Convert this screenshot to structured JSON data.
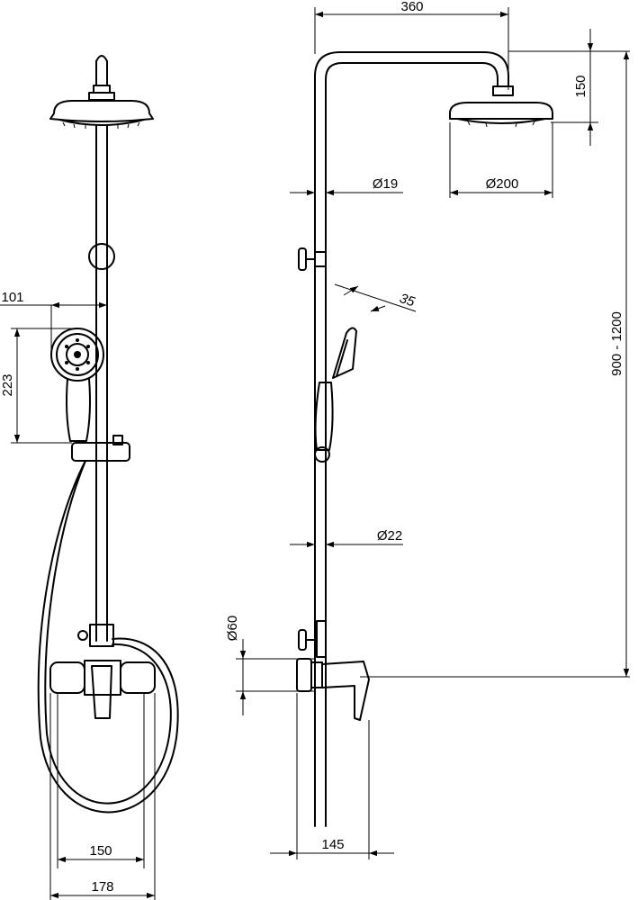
{
  "dimensions": {
    "arm_length": "360",
    "head_drop": "150",
    "pipe_upper_dia": "Ø19",
    "head_dia": "Ø200",
    "handshower_angle": "35",
    "overall_height": "900 - 1200",
    "handshower_width": "101",
    "handshower_height": "223",
    "pipe_lower_dia": "Ø22",
    "mixer_dia": "Ø60",
    "mixer_spacing": "150",
    "mixer_width": "178",
    "wall_offset": "145"
  }
}
